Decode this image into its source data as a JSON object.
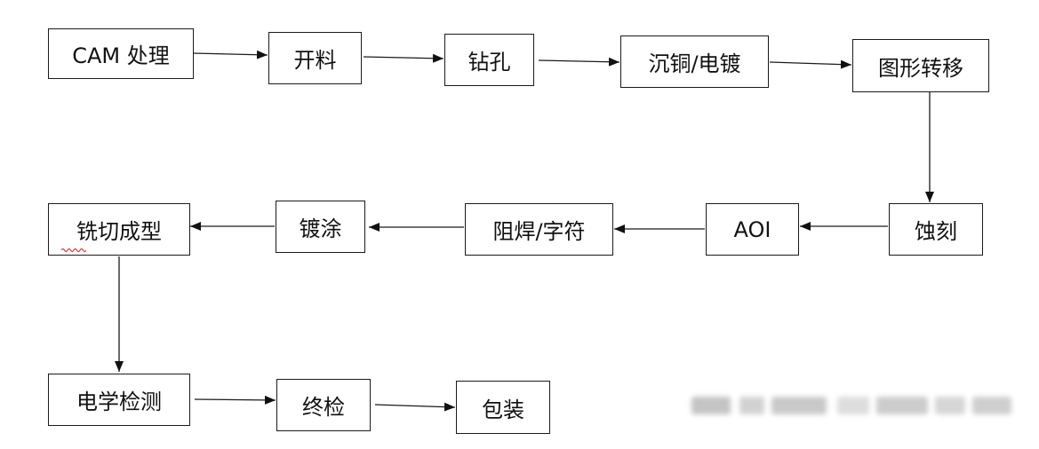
{
  "diagram": {
    "steps": [
      {
        "id": "cam",
        "label": "CAM 处理"
      },
      {
        "id": "cutting",
        "label": "开料"
      },
      {
        "id": "drilling",
        "label": "钻孔"
      },
      {
        "id": "plating",
        "label": "沉铜/电镀"
      },
      {
        "id": "pattern-transfer",
        "label": "图形转移"
      },
      {
        "id": "etching",
        "label": "蚀刻"
      },
      {
        "id": "aoi",
        "label": "AOI"
      },
      {
        "id": "solder-mask",
        "label": "阻焊/字符"
      },
      {
        "id": "coating",
        "label": "镀涂"
      },
      {
        "id": "routing",
        "label": "铣切成型"
      },
      {
        "id": "electrical-test",
        "label": "电学检测"
      },
      {
        "id": "final-inspection",
        "label": "终检"
      },
      {
        "id": "packaging",
        "label": "包装"
      }
    ],
    "flow": [
      [
        "cam",
        "cutting"
      ],
      [
        "cutting",
        "drilling"
      ],
      [
        "drilling",
        "plating"
      ],
      [
        "plating",
        "pattern-transfer"
      ],
      [
        "pattern-transfer",
        "etching"
      ],
      [
        "etching",
        "aoi"
      ],
      [
        "aoi",
        "solder-mask"
      ],
      [
        "solder-mask",
        "coating"
      ],
      [
        "coating",
        "routing"
      ],
      [
        "routing",
        "electrical-test"
      ],
      [
        "electrical-test",
        "final-inspection"
      ],
      [
        "final-inspection",
        "packaging"
      ]
    ],
    "colors": {
      "stroke": "#1a1a1a",
      "text": "#111111",
      "spellcheck_underline": "#d23c3c",
      "watermark": "#c8c8c8"
    }
  }
}
